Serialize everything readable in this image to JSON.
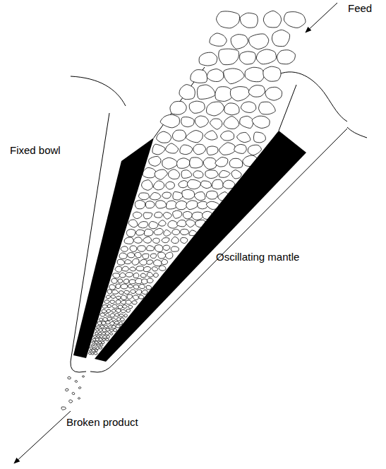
{
  "diagram": {
    "labels": [
      "Feed",
      "Fixed bowl",
      "Oscillating mantle",
      "Broken product"
    ]
  }
}
